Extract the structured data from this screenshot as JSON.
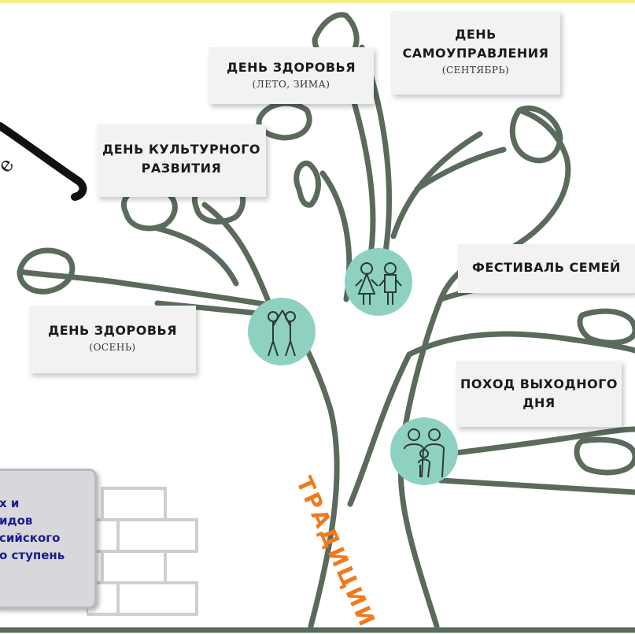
{
  "labels": {
    "health_summer": {
      "title": "ДЕНЬ ЗДОРОВЬЯ",
      "sub": "(ЛЕТО, ЗИМА)"
    },
    "self_gov": {
      "title1": "ДЕНЬ",
      "title2": "САМОУПРАВЛЕНИЯ",
      "sub": "(СЕНТЯБРЬ)"
    },
    "culture": {
      "title1": "ДЕНЬ КУЛЬТУРНОГО",
      "title2": "РАЗВИТИЯ"
    },
    "health_autumn": {
      "title": "ДЕНЬ ЗДОРОВЬЯ",
      "sub": "(ОСЕНЬ)"
    },
    "family_fest": {
      "title": "ФЕСТИВАЛЬ СЕМЕЙ"
    },
    "weekend_hike": {
      "title1": "ПОХОД ВЫХОДНОГО",
      "title2": "ДНЯ"
    }
  },
  "trunk_label": "ТРАДИЦИИ",
  "side_text": "e",
  "banner_lines": [
    "х и",
    "идов",
    "сийского",
    "о ступень"
  ],
  "colors": {
    "branch": "#5a6b5c",
    "circle": "#8fd1c1",
    "accent": "#f07a1c",
    "banner_text": "#1b1b8c"
  },
  "icons": [
    "high-five-people-icon",
    "children-icon",
    "family-icon"
  ]
}
